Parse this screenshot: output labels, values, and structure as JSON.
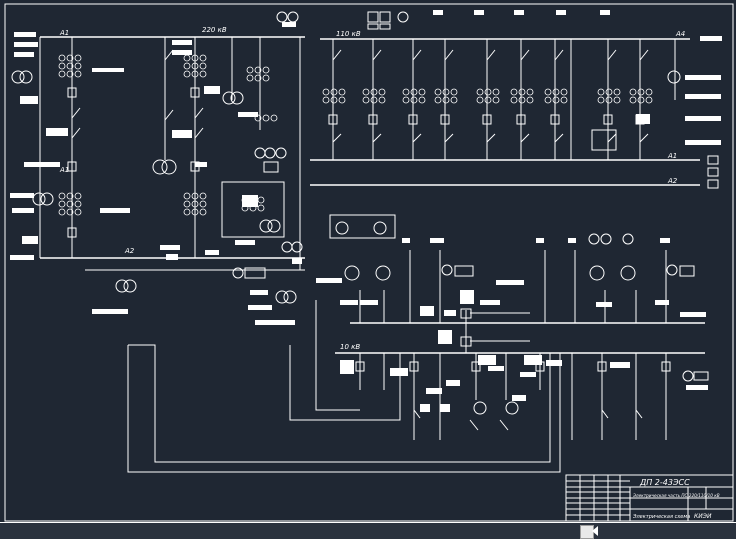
{
  "colors": {
    "background": "#1f2733",
    "line": "#ffffff"
  },
  "bus_labels": {
    "left_a1": "А1",
    "left_a1_b": "А1",
    "left_a2": "А2",
    "top_220": "220 кВ",
    "top_110": "110 кВ",
    "right_a4": "А4",
    "right_b1": "А1",
    "right_b2": "А2",
    "mid_10": "10 кВ"
  },
  "title_block": {
    "code": "ДП 2-43ЭСС",
    "subtitle": "Электрическая часть ПС 220/110/10 кВ",
    "sheet_title": "Электрическая схема",
    "org": "КИЭИ"
  }
}
